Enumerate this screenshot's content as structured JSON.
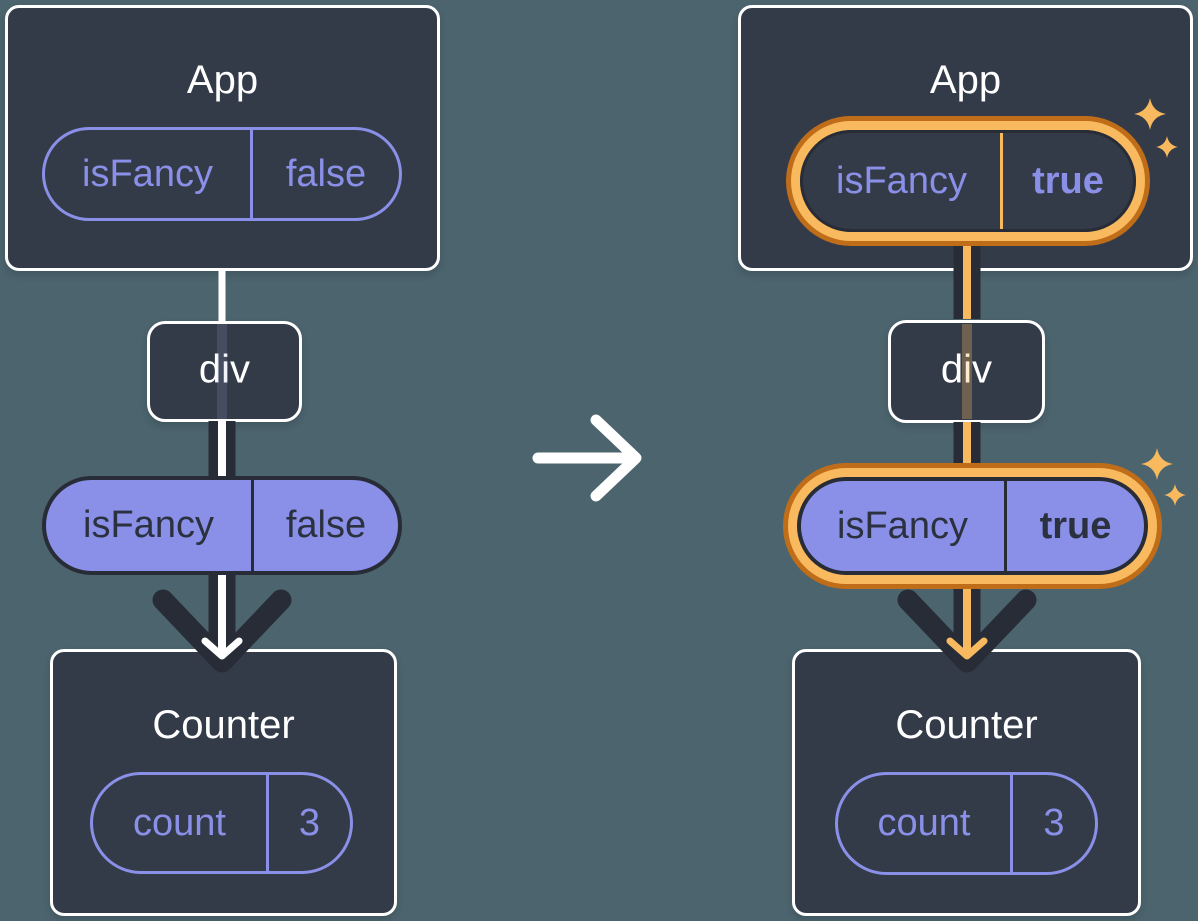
{
  "diagram": {
    "before": {
      "app": {
        "title": "App",
        "prop_key": "isFancy",
        "prop_value": "false"
      },
      "middle_node": {
        "title": "div"
      },
      "passed_prop": {
        "key": "isFancy",
        "value": "false"
      },
      "counter": {
        "title": "Counter",
        "state_key": "count",
        "state_value": "3"
      }
    },
    "after": {
      "app": {
        "title": "App",
        "prop_key": "isFancy",
        "prop_value": "true"
      },
      "middle_node": {
        "title": "div"
      },
      "passed_prop": {
        "key": "isFancy",
        "value": "true"
      },
      "counter": {
        "title": "Counter",
        "state_key": "count",
        "state_value": "3"
      }
    },
    "icons": {
      "transition_arrow": "arrow-right-icon",
      "flow_arrows": "arrow-down-icon",
      "highlight": "sparkle-icon"
    },
    "colors": {
      "background": "#4c646e",
      "card": "#343b48",
      "card_border": "#ffffff",
      "purple": "#8a90e8",
      "dark": "#272c37",
      "orange_light": "#f9ba5f",
      "orange_dark": "#c06d1a",
      "white": "#ffffff"
    }
  }
}
